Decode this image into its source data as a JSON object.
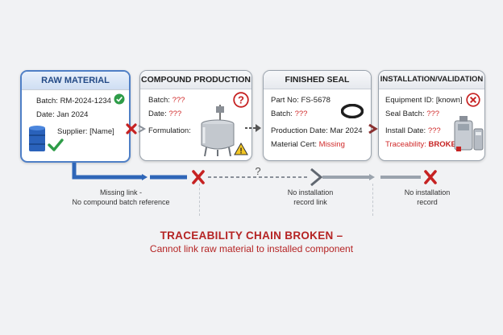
{
  "stages": [
    {
      "title": "RAW MATERIAL",
      "batch": "Batch: RM-2024-1234",
      "date": "Date: Jan 2024",
      "supplier": "Supplier: [Name]"
    },
    {
      "title": "COMPOUND PRODUCTION",
      "batch_label": "Batch:",
      "batch_value": "???",
      "date_label": "Date:",
      "date_value": "???",
      "formulation": "Formulation:"
    },
    {
      "title": "FINISHED SEAL",
      "part": "Part No: FS-5678",
      "batch_label": "Batch:",
      "batch_value": "???",
      "production_date": "Production Date: Mar 2024",
      "material_cert_label": "Material Cert:",
      "material_cert_value": "Missing"
    },
    {
      "title": "INSTALLATION/VALIDATION",
      "equipment": "Equipment ID: [known]",
      "seal_batch_label": "Seal Batch:",
      "seal_batch_value": "???",
      "install_date_label": "Install Date:",
      "install_date_value": "???",
      "traceability_label": "Traceability:",
      "traceability_value": "BROKEN"
    }
  ],
  "links": {
    "gap_1": "Missing link -\nNo compound batch reference",
    "gap_2": "No installation\nrecord link",
    "gap_3": "No installation\nrecord",
    "unknown_mark": "?"
  },
  "footer": {
    "headline": "TRACEABILITY CHAIN BROKEN –",
    "subline": "Cannot link raw material to installed component"
  },
  "colors": {
    "raw_accent": "#2f66b8",
    "broken_red": "#c62222",
    "neutral_grey": "#9aa3ad"
  }
}
